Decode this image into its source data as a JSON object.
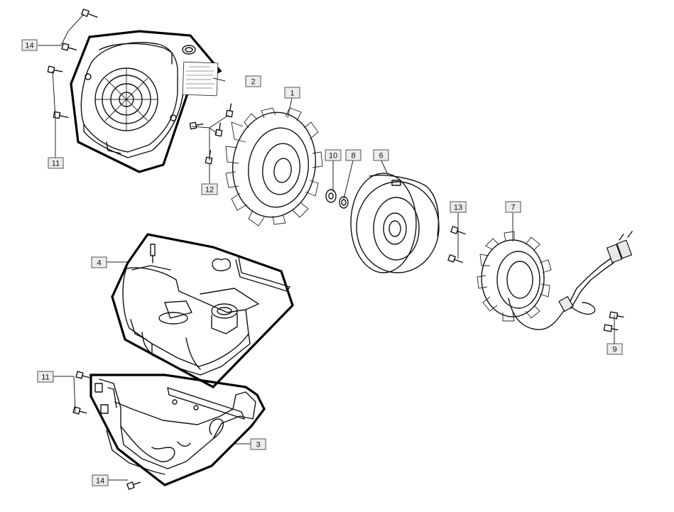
{
  "callouts": [
    {
      "id": "c14a",
      "label": "14"
    },
    {
      "id": "c2",
      "label": "2"
    },
    {
      "id": "c11a",
      "label": "11"
    },
    {
      "id": "c1",
      "label": "1"
    },
    {
      "id": "c12",
      "label": "12"
    },
    {
      "id": "c10",
      "label": "10"
    },
    {
      "id": "c8",
      "label": "8"
    },
    {
      "id": "c6",
      "label": "6"
    },
    {
      "id": "c13",
      "label": "13"
    },
    {
      "id": "c7",
      "label": "7"
    },
    {
      "id": "c4",
      "label": "4"
    },
    {
      "id": "c9",
      "label": "9"
    },
    {
      "id": "c11b",
      "label": "11"
    },
    {
      "id": "c3",
      "label": "3"
    },
    {
      "id": "c14b",
      "label": "14"
    }
  ]
}
